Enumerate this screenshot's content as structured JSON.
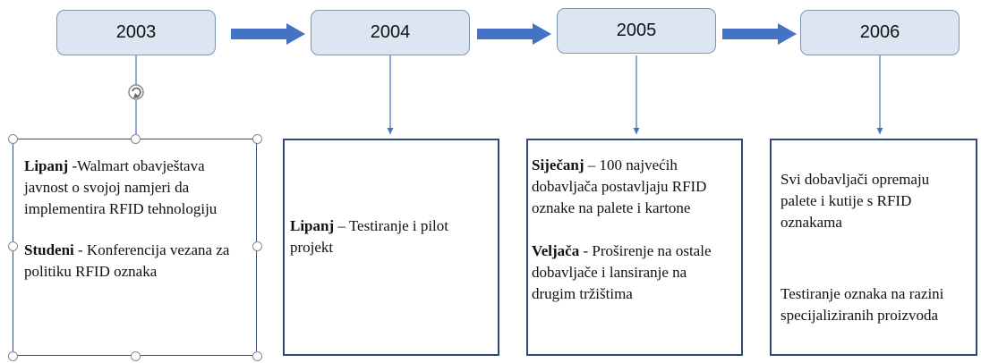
{
  "timeline": [
    {
      "year": "2003",
      "entries": [
        {
          "bold": "Lipanj",
          "text": " -Walmart obavještava javnost o svojoj namjeri  da implementira RFID tehnologiju"
        },
        {
          "bold": "Studeni",
          "text": " - Konferencija vezana za politiku RFID oznaka"
        }
      ]
    },
    {
      "year": "2004",
      "entries": [
        {
          "bold": "Lipanj",
          "text": " – Testiranje i pilot projekt"
        }
      ]
    },
    {
      "year": "2005",
      "entries": [
        {
          "bold": "Siječanj",
          "text": " – 100 najvećih dobavljača postavljaju RFID oznake na palete i kartone"
        },
        {
          "bold": "Veljača",
          "text": " - Proširenje na ostale dobavljače i lansiranje na drugim tržištima"
        }
      ]
    },
    {
      "year": "2006",
      "entries": [
        {
          "bold": "",
          "text": "Svi dobavljači opremaju palete i kutije s RFID oznakama"
        },
        {
          "bold": "",
          "text": "Testiranje oznaka na razini specijaliziranih proizvoda"
        }
      ]
    }
  ],
  "colors": {
    "box_fill": "#dce6f2",
    "box_border": "#7f96b4",
    "arrow": "#4472c4",
    "content_border": "#2e4a7a"
  },
  "icons": {
    "rotate_handle": "rotate-handle-icon",
    "resize_handles": "resize-handle-icon"
  }
}
